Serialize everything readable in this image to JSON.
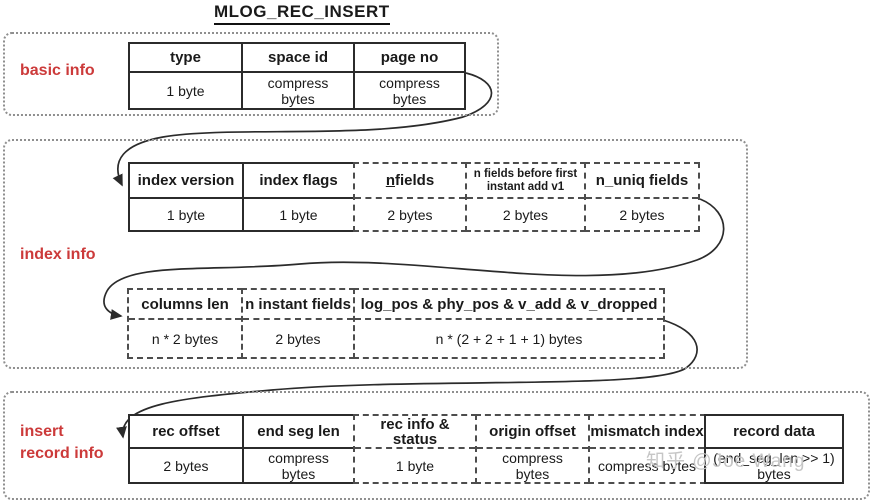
{
  "title": "MLOG_REC_INSERT",
  "watermark": "知乎 @Joe Wang",
  "colors": {
    "accent_red": "#cc3a3a",
    "border_dark": "#2b2b2b",
    "border_dashed": "#4d4d4d",
    "watermark_gray": "#c6c6c6"
  },
  "sections": [
    {
      "id": "basic-info",
      "label": "basic info",
      "tables": [
        {
          "cells": [
            {
              "header": "type",
              "value": "1 byte",
              "style": "solid"
            },
            {
              "header": "space id",
              "value": "compress\nbytes",
              "style": "solid"
            },
            {
              "header": "page no",
              "value": "compress\nbytes",
              "style": "solid"
            }
          ]
        }
      ]
    },
    {
      "id": "index-info",
      "label": "index info",
      "tables": [
        {
          "cells": [
            {
              "header": "index version",
              "value": "1 byte",
              "style": "solid"
            },
            {
              "header": "index flags",
              "value": "1 byte",
              "style": "solid"
            },
            {
              "header": "n fields",
              "value": "2 bytes",
              "style": "dashed",
              "underline_first": true
            },
            {
              "header": "n fields before first\ninstant add v1",
              "value": "2 bytes",
              "style": "dashed",
              "small": true
            },
            {
              "header": "n_uniq fields",
              "value": "2 bytes",
              "style": "dashed"
            }
          ]
        },
        {
          "cells": [
            {
              "header": "columns len",
              "value": "n * 2 bytes",
              "style": "dashed"
            },
            {
              "header": "n instant fields",
              "value": "2 bytes",
              "style": "dashed"
            },
            {
              "header": "log_pos & phy_pos & v_add & v_dropped",
              "value": "n * (2  + 2 + 1 + 1) bytes",
              "style": "dashed"
            }
          ]
        }
      ]
    },
    {
      "id": "insert-record-info",
      "label": "insert\nrecord info",
      "tables": [
        {
          "cells": [
            {
              "header": "rec offset",
              "value": "2 bytes",
              "style": "solid"
            },
            {
              "header": "end seg len",
              "value": "compress\nbytes",
              "style": "solid"
            },
            {
              "header": "rec info &\nstatus",
              "value": "1 byte",
              "style": "dashed"
            },
            {
              "header": "origin offset",
              "value": "compress\nbytes",
              "style": "dashed"
            },
            {
              "header": "mismatch index",
              "value": "compress bytes",
              "style": "dashed"
            },
            {
              "header": "record data",
              "value": "(end_seg_len >> 1)\nbytes",
              "style": "solid"
            }
          ]
        }
      ]
    }
  ]
}
